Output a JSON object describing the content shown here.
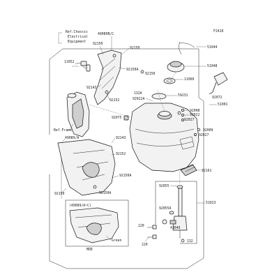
{
  "diagram_code": "F2410",
  "labels": {
    "ref_chassis": "Ref.Chassis",
    "ref_electrical": "Electrical",
    "ref_equipment": "Equipment",
    "ref_frame": "Ref.Frame",
    "kit_49089": "(49089/A~C)",
    "mod_label": "MOD",
    "green_label": "Green"
  },
  "parts": {
    "p49089bc": "49089B/C",
    "p92150_a": "92150",
    "p92150_b": "92150",
    "p92150_c": "92150",
    "p92150a_a": "92150A",
    "p92150a_b": "92150A",
    "p11052": "11052",
    "p92143_a": "92143",
    "p92143_b": "92143",
    "p92152_a": "92152",
    "p92152_b": "92152",
    "p92075": "92075",
    "p49089a": "49089/A",
    "p51044": "51044",
    "p51048": "51048",
    "p11060": "11060",
    "p92072": "92072",
    "p51001": "51001",
    "p132a": "132A",
    "p92022a": "92022A",
    "p59231": "59231",
    "p92008": "92008",
    "p92022": "92022",
    "p92027_a": "92027",
    "p92027_b": "92027",
    "p92009": "92009",
    "p92161": "92161",
    "p92055": "92055",
    "p92055a": "92055A",
    "p51023": "51023",
    "p43049": "43049",
    "p220_a": "220",
    "p220_b": "220",
    "p132": "132"
  }
}
